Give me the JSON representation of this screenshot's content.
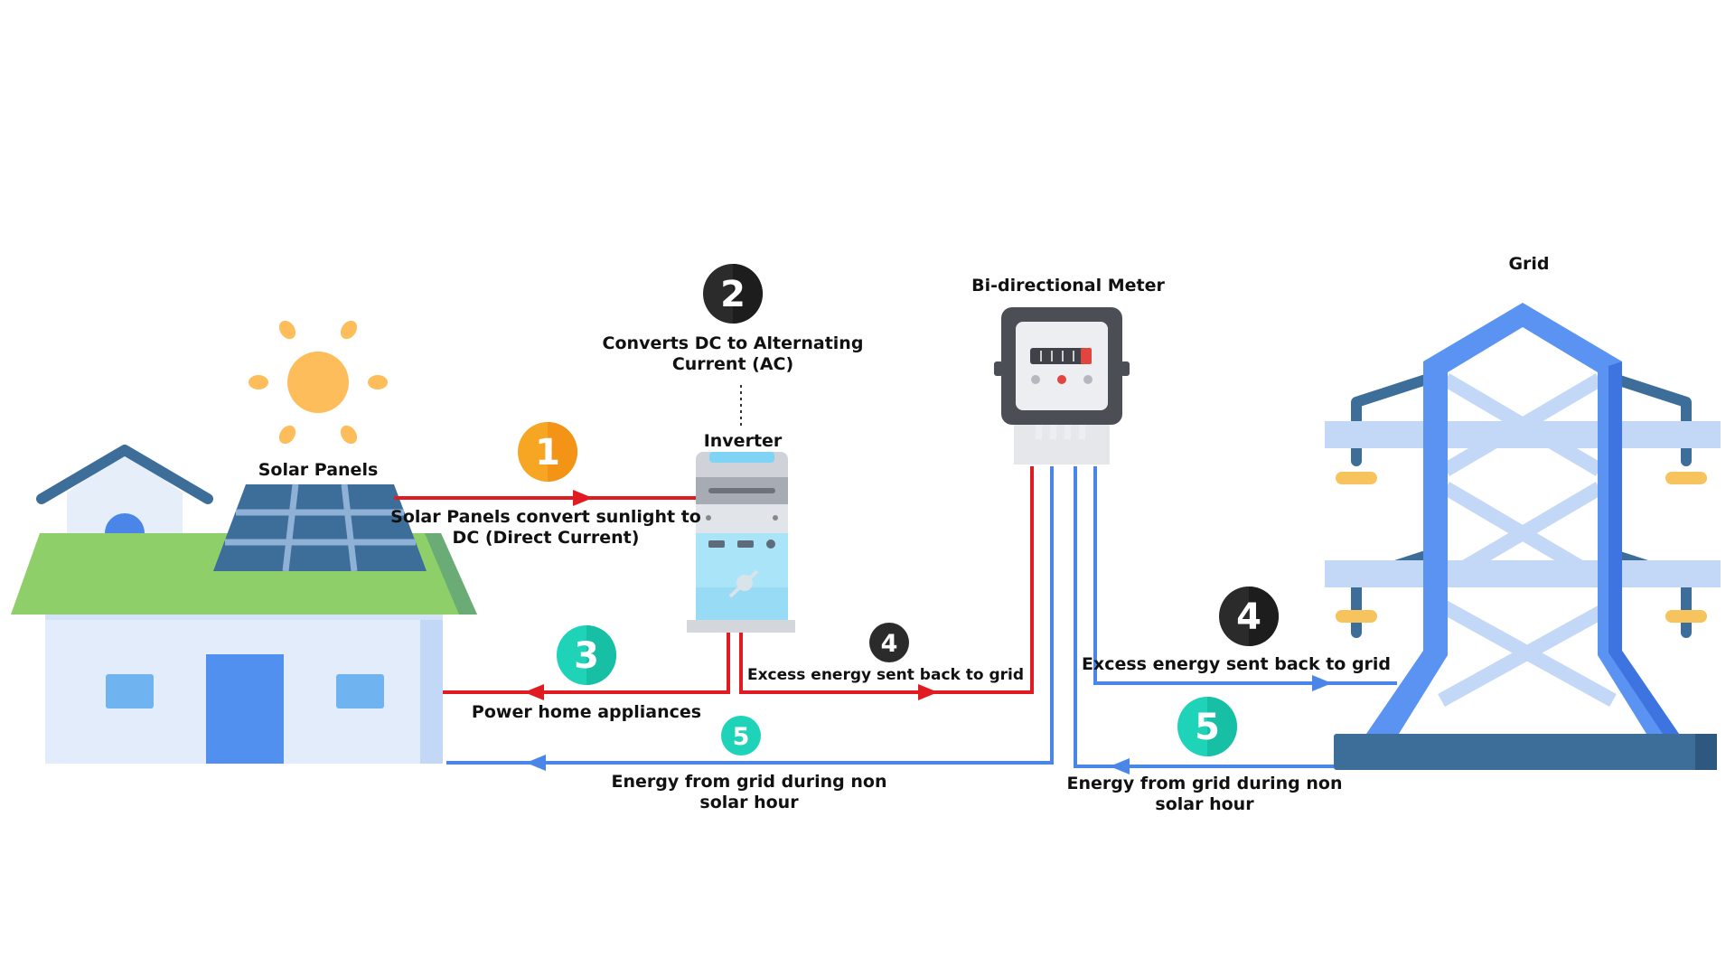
{
  "labels": {
    "solar_panels": "Solar Panels",
    "inverter": "Inverter",
    "meter": "Bi-directional Meter",
    "grid": "Grid"
  },
  "steps": {
    "one": {
      "number": "1",
      "text_line1": "Solar Panels convert sunlight to",
      "text_line2": "DC (Direct Current)"
    },
    "two": {
      "number": "2",
      "text_line1": "Converts DC to Alternating",
      "text_line2": "Current (AC)"
    },
    "three": {
      "number": "3",
      "text": "Power home appliances"
    },
    "four_left": {
      "number": "4",
      "text": "Excess energy sent back to grid"
    },
    "four_right": {
      "number": "4",
      "text": "Excess energy sent back to grid"
    },
    "five_left": {
      "number": "5",
      "text_line1": "Energy from grid during non",
      "text_line2": "solar hour"
    },
    "five_right": {
      "number": "5",
      "text_line1": "Energy from grid during non",
      "text_line2": "solar hour"
    }
  },
  "colors": {
    "dc_ac_flow": "#e11b22",
    "grid_flow": "#4a86e8",
    "badge_orange": "#f6a623",
    "badge_dark": "#2b2b2b",
    "badge_teal": "#1fd3b8"
  }
}
